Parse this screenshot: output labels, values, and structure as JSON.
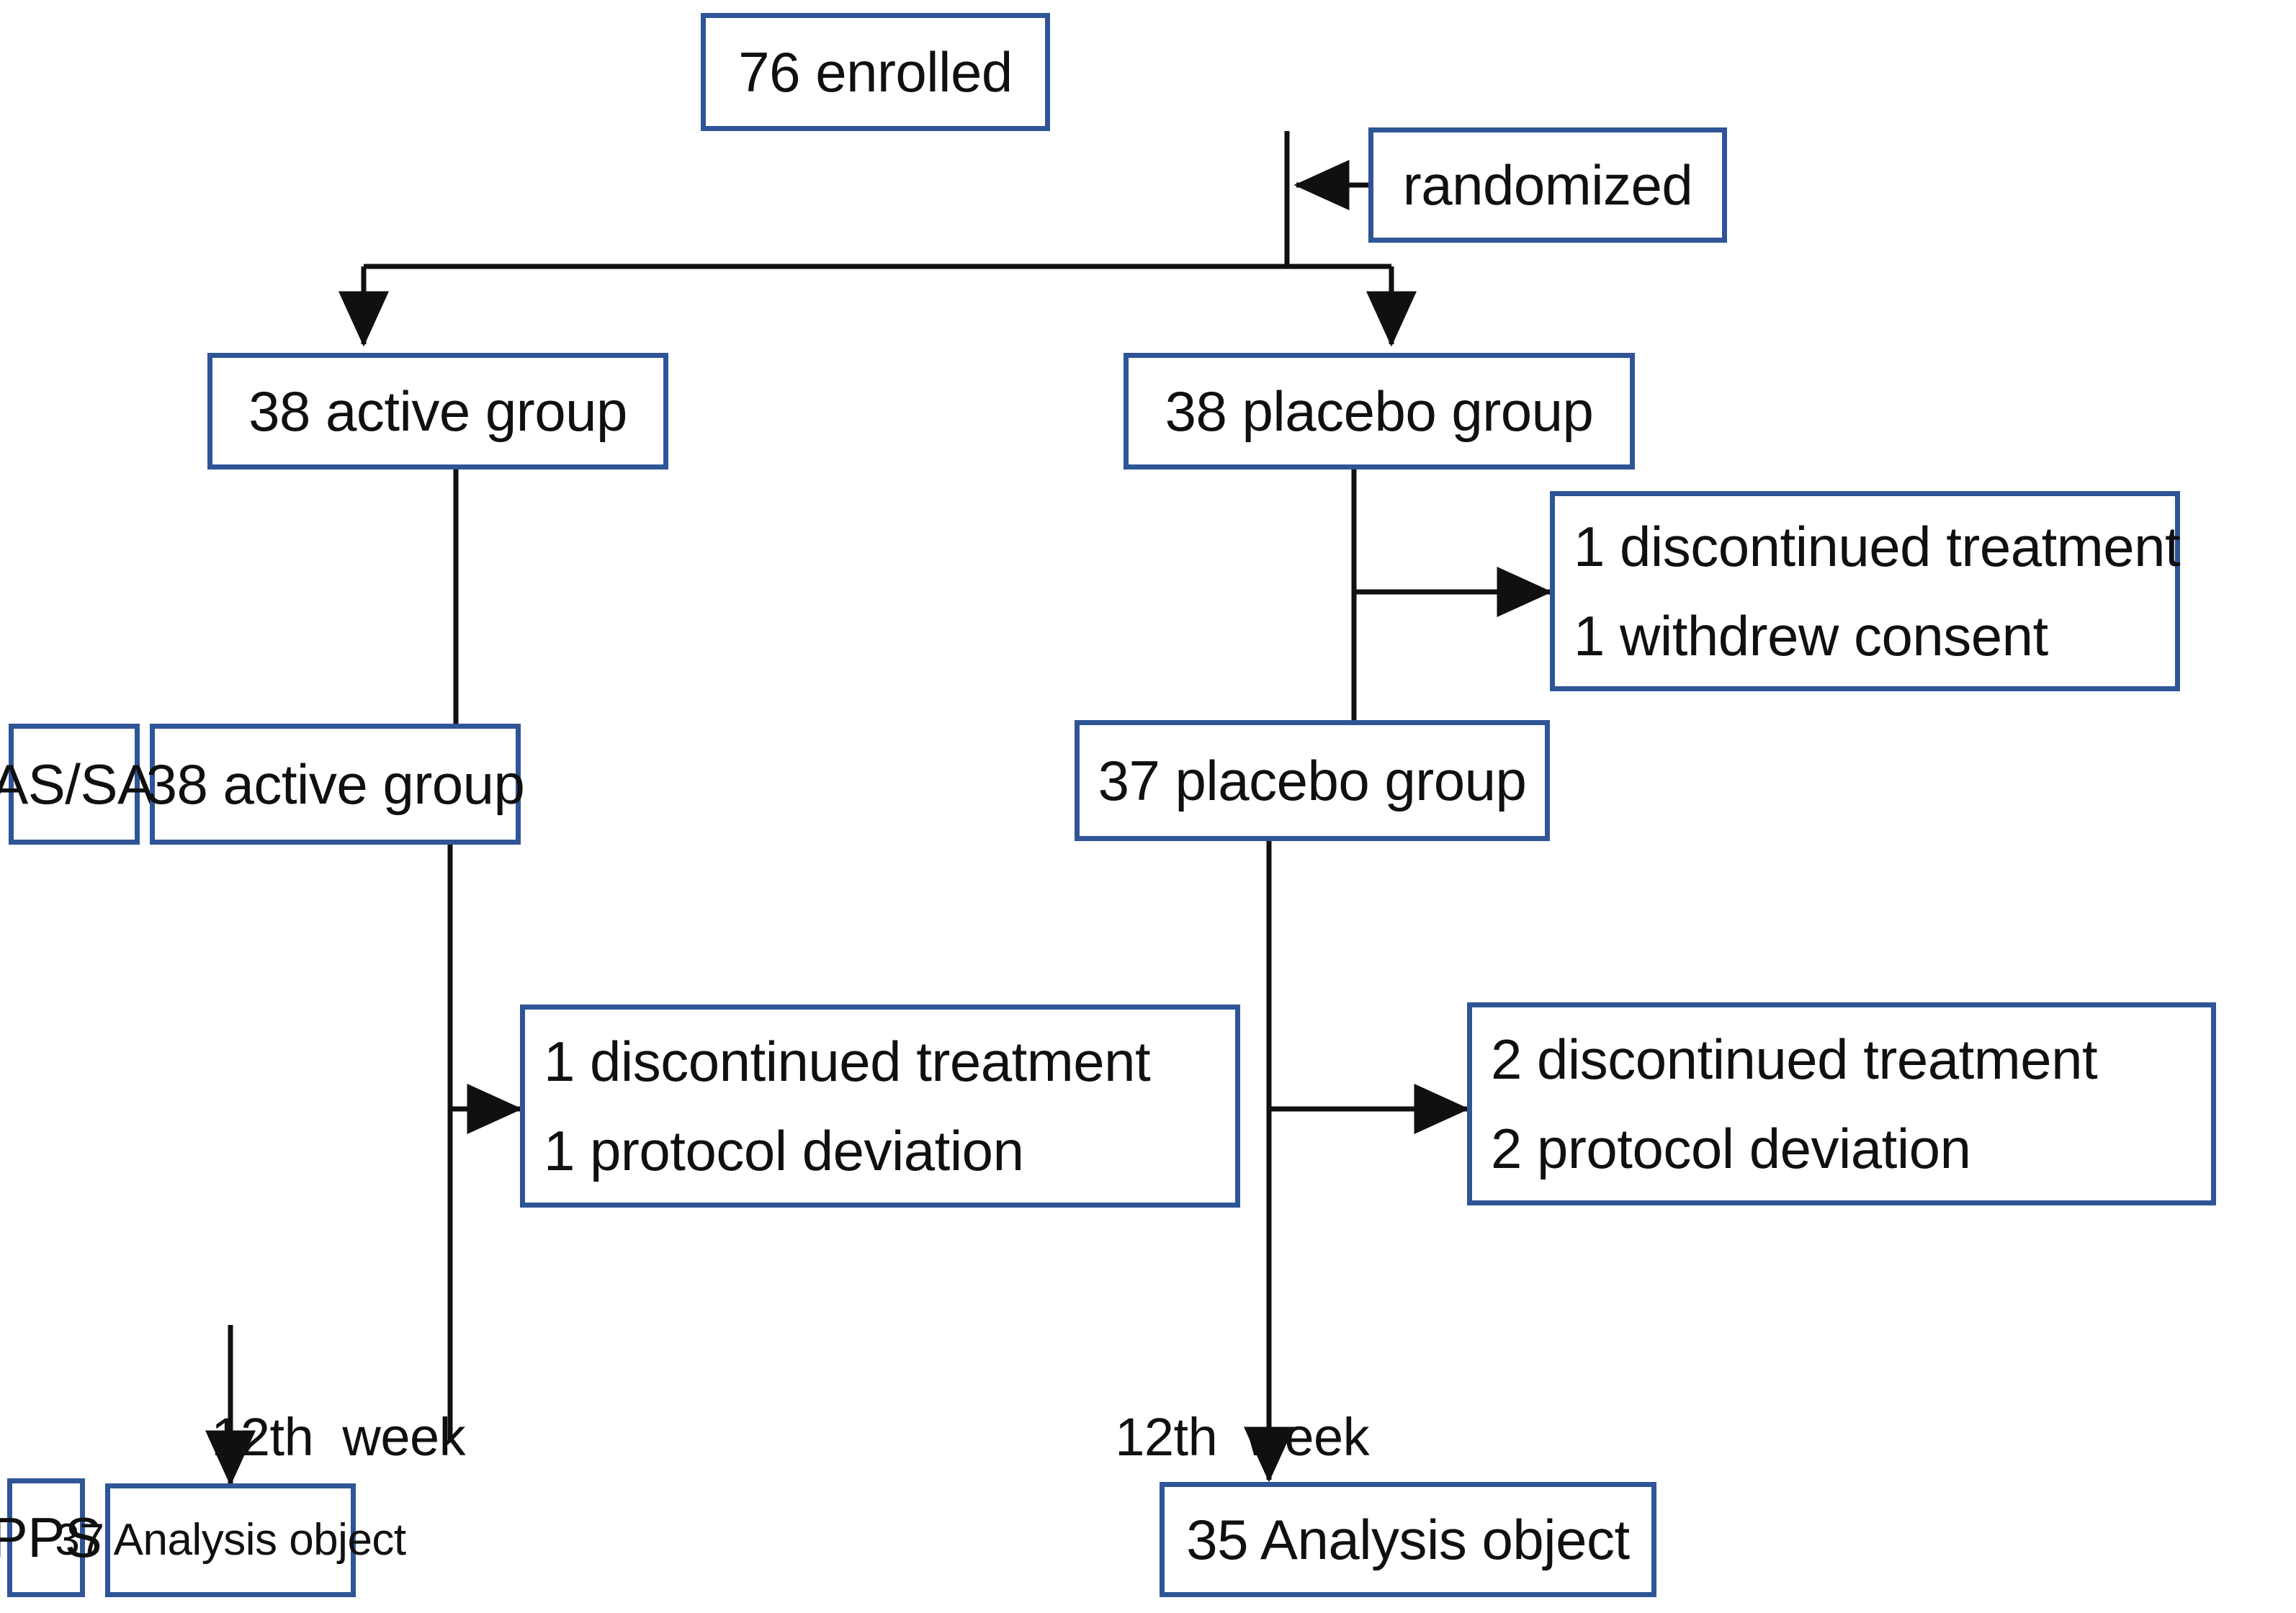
{
  "diagram": {
    "type": "consort-flow-diagram",
    "edge_color": "#2F5597",
    "line_color": "#101010",
    "background": "#ffffff",
    "nodes": {
      "enrolled": {
        "text": "76 enrolled"
      },
      "randomized": {
        "text": "randomized"
      },
      "active_alloc": {
        "text": "38 active group"
      },
      "placebo_alloc": {
        "text": "38 placebo group"
      },
      "placebo_dropout": {
        "line1": "1 discontinued treatment",
        "line2": "1 withdrew consent"
      },
      "fas_saf": {
        "text": "FAS/SAF"
      },
      "active_fas": {
        "text": "38 active group"
      },
      "placebo_fas": {
        "text": "37 placebo group"
      },
      "active_dropout": {
        "line1": "1 discontinued treatment",
        "line2": "1 protocol deviation"
      },
      "placebo_dropout2": {
        "line1": "2 discontinued treatment",
        "line2": "2 protocol deviation"
      },
      "week_left": {
        "text": "12th  week"
      },
      "week_right": {
        "text": "12th  week"
      },
      "pps": {
        "text": "PPS"
      },
      "active_analysis": {
        "text": "37 Analysis object"
      },
      "placebo_analysis": {
        "text": "35 Analysis object"
      }
    }
  }
}
